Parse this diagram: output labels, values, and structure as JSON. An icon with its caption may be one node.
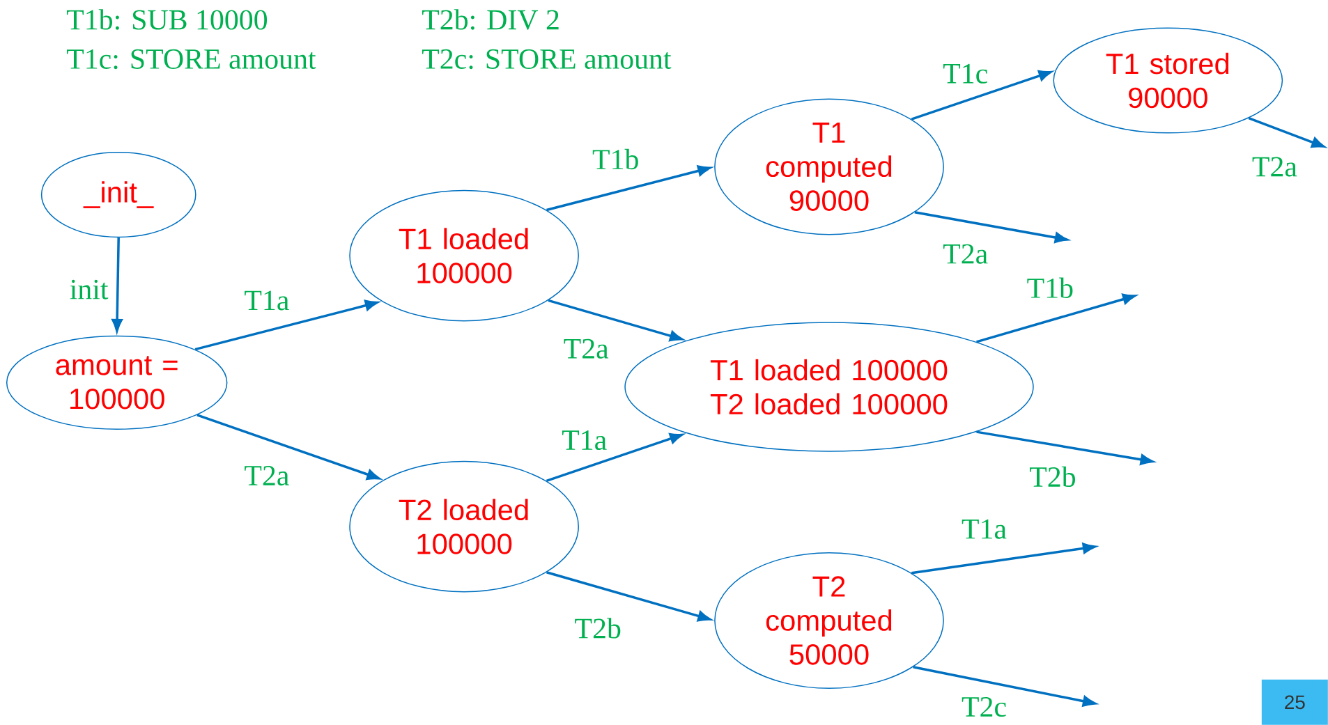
{
  "diagram": {
    "nodes": [
      {
        "text": [
          "_init_"
        ]
      },
      {
        "text": [
          "amount = 100000"
        ]
      },
      {
        "text": [
          "T1 loaded 100000"
        ]
      },
      {
        "text": [
          "T2 loaded 100000"
        ]
      },
      {
        "text": [
          "T1 computed 90000"
        ]
      },
      {
        "text": [
          "T1 loaded 100000 T2 loaded 100000"
        ]
      },
      {
        "text": [
          "T2 computed 50000"
        ]
      },
      {
        "text": [
          "T1 stored 90000"
        ]
      }
    ],
    "edges": [
      {
        "from": 0,
        "to": 1,
        "arrow": "to",
        "label": "init"
      },
      {
        "from": 1,
        "to": 2,
        "arrow": "to",
        "label": "T1a"
      },
      {
        "from": 1,
        "to": 3,
        "arrow": "to",
        "label": "T2a"
      },
      {
        "from": 2,
        "to": 4,
        "arrow": "to",
        "label": "T1b"
      },
      {
        "from": 2,
        "to": 5,
        "arrow": "to",
        "label": "T2a"
      },
      {
        "from": 3,
        "to": 5,
        "arrow": "to",
        "label": "T1a"
      },
      {
        "from": 3,
        "to": 6,
        "arrow": "to",
        "label": "T2b"
      },
      {
        "from": 4,
        "to": 7,
        "arrow": "to",
        "label": "T1c"
      },
      {
        "from": 4,
        "to": null,
        "arrow": "to",
        "label": "T2a"
      },
      {
        "from": 7,
        "to": null,
        "arrow": "to",
        "label": "T2a"
      },
      {
        "from": 5,
        "to": null,
        "arrow": "to",
        "label": "T1b"
      },
      {
        "from": 5,
        "to": null,
        "arrow": "to",
        "label": "T2b"
      },
      {
        "from": 6,
        "to": null,
        "arrow": "to",
        "label": "T1a"
      },
      {
        "from": 6,
        "to": null,
        "arrow": "to",
        "label": "T2c"
      }
    ],
    "labels": [
      "T1b: SUB 10000",
      "T2b: DIV 2",
      "T1c: STORE amount",
      "T2c: STORE amount",
      "25"
    ]
  }
}
